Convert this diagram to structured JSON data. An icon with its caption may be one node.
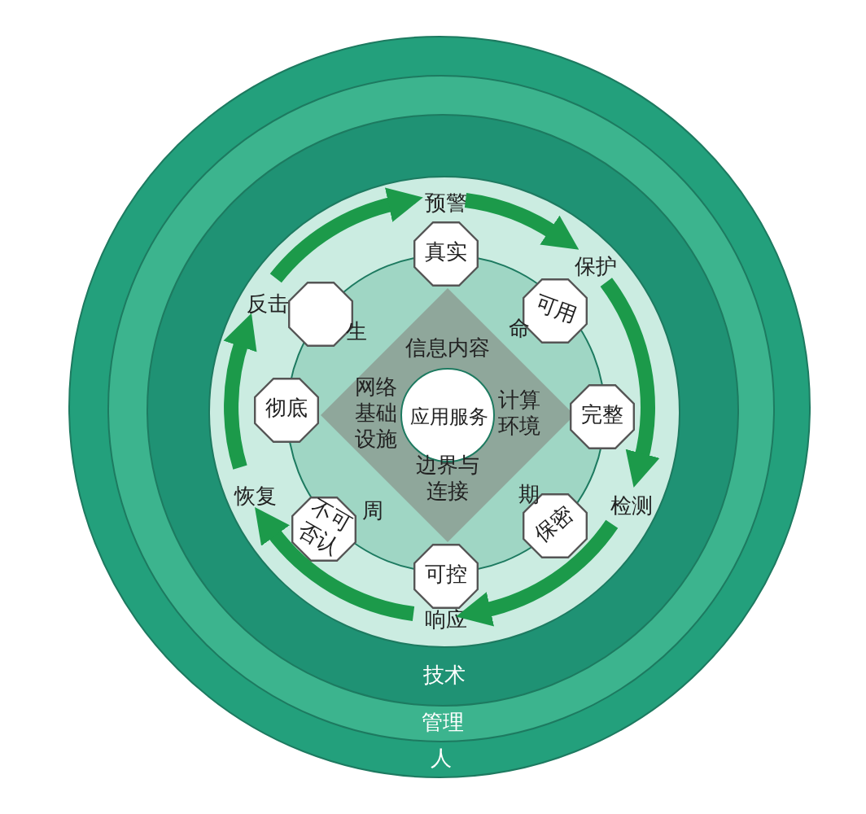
{
  "diagram": {
    "nodes": [
      {
        "text": [
          "人"
        ]
      },
      {
        "text": [
          "管理"
        ],
        "in": 0
      },
      {
        "text": [
          "技术"
        ],
        "in": 1
      },
      {
        "text": [],
        "shape": "circle",
        "in": 2
      },
      {
        "text": [
          "预警"
        ],
        "in": 3
      },
      {
        "text": [
          "保护"
        ],
        "in": 3
      },
      {
        "text": [
          "检测"
        ],
        "in": 3
      },
      {
        "text": [
          "响应"
        ],
        "in": 3
      },
      {
        "text": [
          "恢复"
        ],
        "in": 3
      },
      {
        "text": [
          "反击"
        ],
        "in": 3
      },
      {
        "text": [
          "生",
          "命",
          "周",
          "期"
        ],
        "in": 3
      },
      {
        "text": [
          "信息内容",
          "计算环境",
          "边界与连接",
          "网络基础设施"
        ],
        "in": 10
      },
      {
        "text": [
          "应用服务"
        ],
        "in": 11
      },
      {
        "text": [
          "真实"
        ],
        "in": 3
      },
      {
        "text": [],
        "shape": "octagon",
        "in": 10
      },
      {
        "text": [
          "可用"
        ],
        "in": 10
      },
      {
        "text": [
          "彻底"
        ],
        "in": 3
      },
      {
        "text": [
          "完整"
        ],
        "in": 3
      },
      {
        "text": [
          "不可否认"
        ],
        "in": 10
      },
      {
        "text": [
          "保密"
        ],
        "in": 10
      },
      {
        "text": [
          "可控"
        ],
        "in": 3
      }
    ],
    "edges": [
      {
        "from": 4,
        "to": 5,
        "arrow": "to"
      },
      {
        "from": 5,
        "to": 6,
        "arrow": "to"
      },
      {
        "from": 6,
        "to": 7,
        "arrow": "to"
      },
      {
        "from": 7,
        "to": 8,
        "arrow": "to"
      },
      {
        "from": 8,
        "to": 9,
        "arrow": "to"
      },
      {
        "from": 9,
        "to": 4,
        "arrow": "to"
      }
    ]
  }
}
